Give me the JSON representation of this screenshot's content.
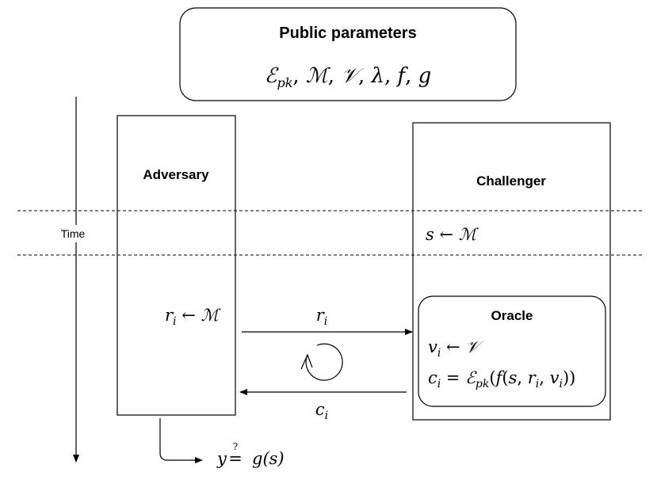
{
  "public_params": {
    "title": "Public parameters",
    "values": {
      "E": "ℰ",
      "pk": "pk",
      "sep1": ", ",
      "M": "ℳ",
      "sep2": ", ",
      "V": "𝒱",
      "sep3": ", ",
      "lambda": "λ",
      "sep4": ", ",
      "f": "f",
      "sep5": ", ",
      "g": "g"
    }
  },
  "time_label": "Time",
  "adversary": {
    "title": "Adversary",
    "sample": {
      "var": "r",
      "sub": "i",
      "arrow": " ← ",
      "set": "ℳ"
    }
  },
  "challenger": {
    "title": "Challenger",
    "sample": {
      "var": "s",
      "arrow": " ← ",
      "set": "ℳ"
    }
  },
  "oracle": {
    "title": "Oracle",
    "line1": {
      "var": "v",
      "sub": "i",
      "arrow": " ← ",
      "set": "𝒱"
    },
    "line2": {
      "c": "c",
      "c_sub": "i",
      "eq": " = ",
      "E": "ℰ",
      "pk": "pk",
      "open": "(",
      "f": "f",
      "open2": "(",
      "s": "s",
      "comma1": ", ",
      "r": "r",
      "r_sub": "i",
      "comma2": ", ",
      "v": "v",
      "v_sub": "i",
      "close": "))"
    }
  },
  "message_to_oracle": {
    "var": "r",
    "sub": "i"
  },
  "message_from_oracle": {
    "var": "c",
    "sub": "i"
  },
  "output": {
    "y": "y",
    "q": "?",
    "eq": "=",
    "g": "g",
    "arg": "(s)"
  }
}
